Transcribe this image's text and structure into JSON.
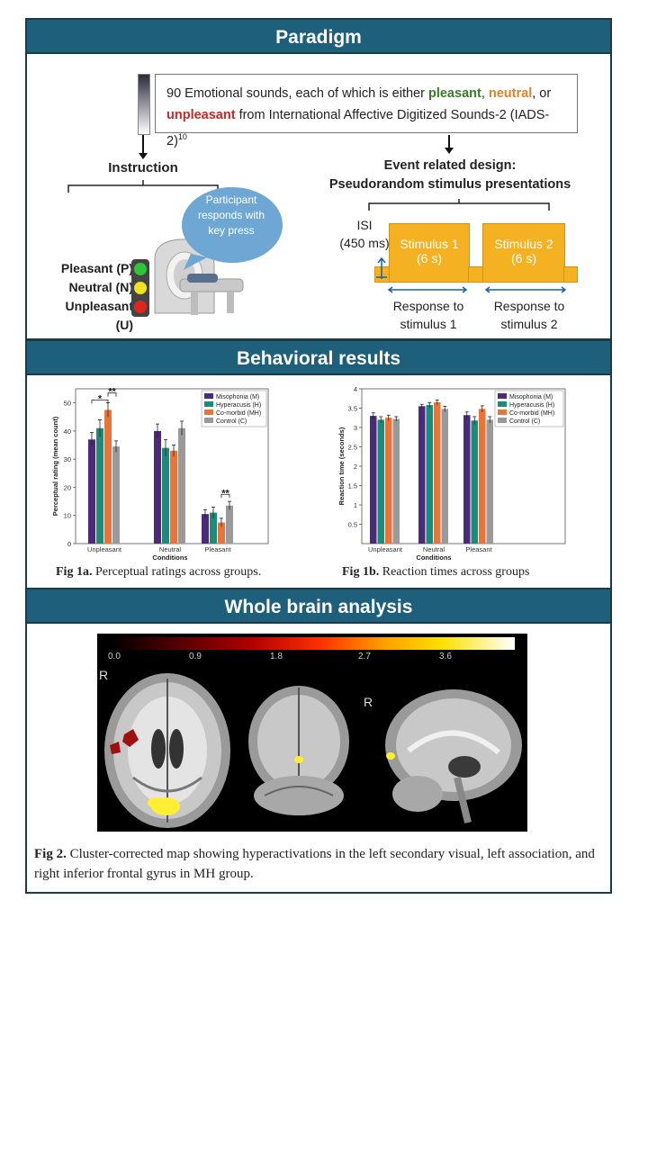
{
  "paradigm": {
    "header": "Paradigm",
    "sounds_text": {
      "part1": "90 Emotional sounds, each of which is either ",
      "pleasant": "pleasant",
      "comma": ", ",
      "neutral": "neutral",
      "or": ", or",
      "unpleasant": "unpleasant",
      "part2": " from International Affective Digitized Sounds-2 (IADS-2)",
      "sup": "10"
    },
    "instruction": "Instruction",
    "bubble": "Participant responds with key press",
    "keys": [
      {
        "label": "Pleasant (P)",
        "color": "#2fc43a"
      },
      {
        "label": "Neutral (N)",
        "color": "#f0e21d"
      },
      {
        "label": "Unpleasant (U)",
        "color": "#e0251e"
      }
    ],
    "design_title_1": "Event related design:",
    "design_title_2": "Pseudorandom stimulus presentations",
    "isi": "ISI",
    "isi_ms": "(450 ms)",
    "stim1": "Stimulus 1",
    "stim1_dur": "(6 s)",
    "stim2": "Stimulus 2",
    "stim2_dur": "(6 s)",
    "resp1_a": "Response to",
    "resp1_b": "stimulus 1",
    "resp2_a": "Response to",
    "resp2_b": "stimulus 2"
  },
  "behavioral": {
    "header": "Behavioral results",
    "fig1a_label": "Fig 1a.",
    "fig1a_text": " Perceptual ratings across groups.",
    "fig1b_label": "Fig 1b.",
    "fig1b_text": " Reaction times across groups"
  },
  "brain": {
    "header": "Whole brain analysis",
    "colorbar_ticks": [
      "0.0",
      "0.9",
      "1.8",
      "2.7",
      "3.6"
    ],
    "r_label": "R",
    "fig2_label": "Fig 2.",
    "fig2_text": " Cluster-corrected map showing hyperactivations in the left secondary visual, left association, and right inferior frontal gyrus in MH group."
  },
  "chart_data": [
    {
      "type": "bar",
      "categories": [
        "Unpleasant",
        "Neutral",
        "Pleasant"
      ],
      "xlabel": "Conditions",
      "ylabel": "Perceptual rating (mean count)",
      "ylim": [
        0,
        55
      ],
      "yticks": [
        0,
        10,
        20,
        30,
        40,
        50
      ],
      "legend_position": "top-right",
      "series": [
        {
          "name": "Misophonia (M)",
          "color": "#4b2a7a",
          "values": [
            37,
            40,
            10.5
          ],
          "err": [
            2.5,
            2.5,
            1.5
          ]
        },
        {
          "name": "Hyperacusis (H)",
          "color": "#1d8a7a",
          "values": [
            41,
            34,
            11
          ],
          "err": [
            3,
            3,
            2
          ]
        },
        {
          "name": "Co-morbid (MH)",
          "color": "#e9743a",
          "values": [
            47.5,
            33,
            7.5
          ],
          "err": [
            2.5,
            2,
            1.5
          ]
        },
        {
          "name": "Control (C)",
          "color": "#9a9a9a",
          "values": [
            34.5,
            41,
            13.5
          ],
          "err": [
            2,
            2.5,
            1.5
          ]
        }
      ],
      "annotations": [
        "*",
        "**",
        "**"
      ]
    },
    {
      "type": "bar",
      "categories": [
        "Unpleasant",
        "Neutral",
        "Pleasant"
      ],
      "xlabel": "Conditions",
      "ylabel": "Reaction time (seconds)",
      "ylim": [
        0,
        4
      ],
      "yticks": [
        0.5,
        1,
        1.5,
        2,
        2.5,
        3,
        3.5,
        4
      ],
      "legend_position": "top-right",
      "series": [
        {
          "name": "Misophonia (M)",
          "color": "#4b2a7a",
          "values": [
            3.3,
            3.55,
            3.32
          ],
          "err": [
            0.08,
            0.05,
            0.08
          ]
        },
        {
          "name": "Hyperacusis (H)",
          "color": "#1d8a7a",
          "values": [
            3.2,
            3.58,
            3.18
          ],
          "err": [
            0.08,
            0.06,
            0.1
          ]
        },
        {
          "name": "Co-morbid (MH)",
          "color": "#e9743a",
          "values": [
            3.25,
            3.65,
            3.48
          ],
          "err": [
            0.07,
            0.06,
            0.08
          ]
        },
        {
          "name": "Control (C)",
          "color": "#9a9a9a",
          "values": [
            3.22,
            3.48,
            3.2
          ],
          "err": [
            0.06,
            0.07,
            0.08
          ]
        }
      ]
    }
  ]
}
